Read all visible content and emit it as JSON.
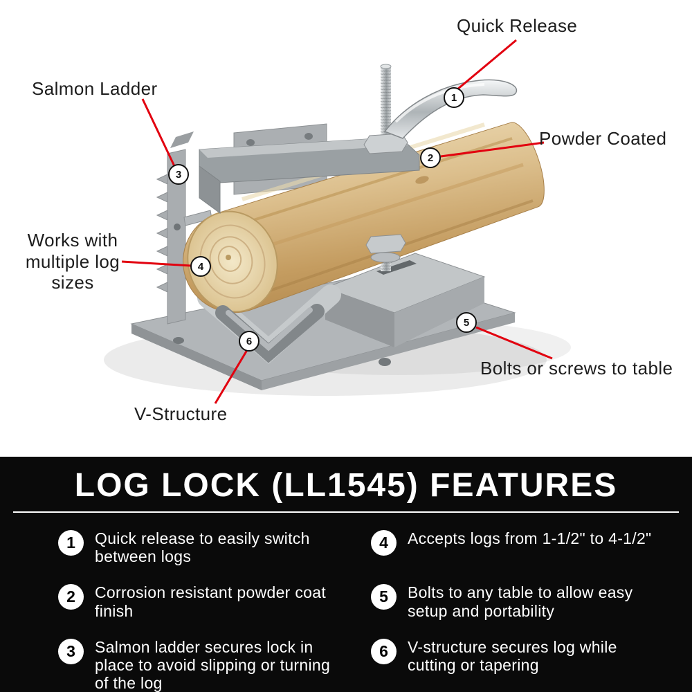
{
  "header": {
    "title": "LOG LOCK (LL1545) FEATURES"
  },
  "callouts": [
    {
      "number": "1",
      "label": "Quick Release"
    },
    {
      "number": "2",
      "label": "Powder Coated"
    },
    {
      "number": "3",
      "label": "Salmon Ladder"
    },
    {
      "number": "4",
      "label": "Works with multiple log sizes"
    },
    {
      "number": "5",
      "label": "Bolts or screws to table"
    },
    {
      "number": "6",
      "label": "V-Structure"
    }
  ],
  "features": [
    {
      "number": "1",
      "text": "Quick release to easily switch between logs"
    },
    {
      "number": "2",
      "text": "Corrosion resistant powder coat finish"
    },
    {
      "number": "3",
      "text": "Salmon ladder secures lock in place to avoid slipping or turning of the log"
    },
    {
      "number": "4",
      "text": "Accepts logs from 1-1/2\" to 4-1/2\""
    },
    {
      "number": "5",
      "text": "Bolts to any table to allow easy setup and portability"
    },
    {
      "number": "6",
      "text": "V-structure secures log while cutting or tapering"
    }
  ],
  "colors": {
    "accent_red": "#e2000f",
    "panel_black": "#0a0a0a",
    "metal_gray": "#a9adb0",
    "wood_tan": "#dcbf8d"
  }
}
